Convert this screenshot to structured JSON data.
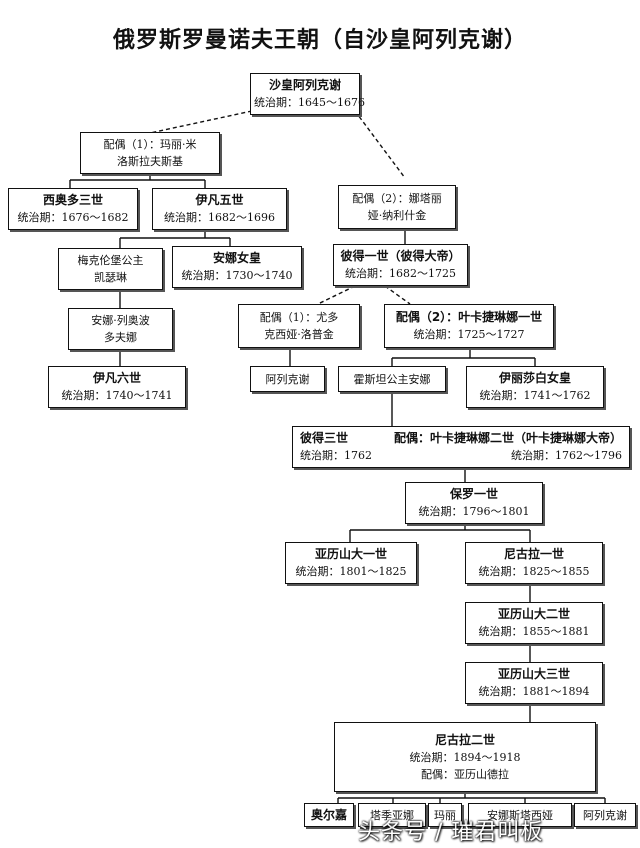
{
  "title": "俄罗斯罗曼诺夫王朝（自沙皇阿列克谢）",
  "nodes": {
    "alexei": {
      "name": "沙皇阿列克谢",
      "reign": "统治期：1645～1676"
    },
    "spouse1": {
      "line1": "配偶（1）：玛丽·米",
      "line2": "洛斯拉夫斯基"
    },
    "feodor3": {
      "name": "西奥多三世",
      "reign": "统治期：1676～1682"
    },
    "ivan5": {
      "name": "伊凡五世",
      "reign": "统治期：1682～1696"
    },
    "spouse2": {
      "line1": "配偶（2）：娜塔丽",
      "line2": "娅·纳利什金"
    },
    "catherine_mk": {
      "line1": "梅克伦堡公主",
      "line2": "凯瑟琳"
    },
    "anna": {
      "name": "安娜女皇",
      "reign": "统治期：1730～1740"
    },
    "peter1": {
      "name": "彼得一世（彼得大帝）",
      "reign": "统治期：1682～1725"
    },
    "anna_leop": {
      "line1": "安娜·列奥波",
      "line2": "多夫娜"
    },
    "p1_spouse1": {
      "line1": "配偶（1）：尤多",
      "line2": "克西娅·洛普金"
    },
    "p1_spouse2": {
      "name": "配偶（2）：叶卡捷琳娜一世",
      "reign": "统治期：1725～1727"
    },
    "ivan6": {
      "name": "伊凡六世",
      "reign": "统治期：1740～1741"
    },
    "alexei_p": {
      "line1": "阿列克谢"
    },
    "anna_holstein": {
      "line1": "霍斯坦公主安娜"
    },
    "elizabeth": {
      "name": "伊丽莎白女皇",
      "reign": "统治期：1741～1762"
    },
    "peter3": {
      "name": "彼得三世",
      "spouse": "配偶：叶卡捷琳娜二世（叶卡捷琳娜大帝）",
      "reign": "统治期：1762",
      "spouse_reign": "统治期：1762～1796"
    },
    "paul1": {
      "name": "保罗一世",
      "reign": "统治期：1796～1801"
    },
    "alexander1": {
      "name": "亚历山大一世",
      "reign": "统治期：1801～1825"
    },
    "nicholas1": {
      "name": "尼古拉一世",
      "reign": "统治期：1825～1855"
    },
    "alexander2": {
      "name": "亚历山大二世",
      "reign": "统治期：1855～1881"
    },
    "alexander3": {
      "name": "亚历山大三世",
      "reign": "统治期：1881～1894"
    },
    "nicholas2": {
      "name": "尼古拉二世",
      "reign": "统治期：1894～1918",
      "spouse": "配偶：亚历山德拉"
    },
    "child_olga": {
      "line1": "奥尔嘉"
    },
    "child_tatiana": {
      "line1": "塔季亚娜"
    },
    "child_maria": {
      "line1": "玛丽"
    },
    "child_anastasia": {
      "line1": "安娜斯塔西娅"
    },
    "child_alexei": {
      "line1": "阿列克谢"
    }
  },
  "watermark": "头条号 / 璀君叫板"
}
